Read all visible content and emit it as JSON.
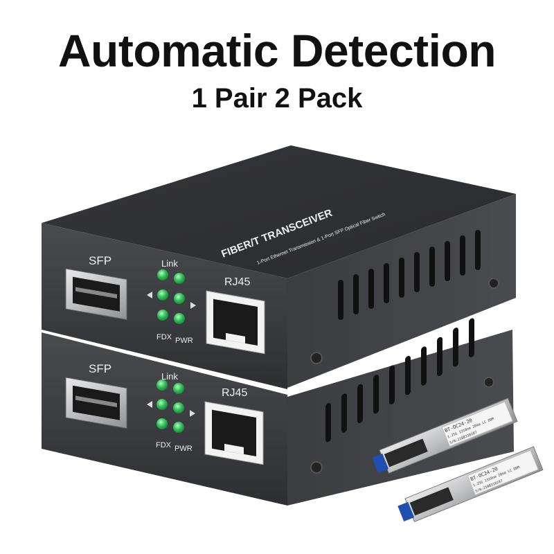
{
  "headline": "Automatic Detection",
  "subheadline": "1 Pair 2 Pack",
  "device": {
    "top_label": "FIBER/T TRANSCEIVER",
    "top_sublabel": "1-Port Ethernet Transmission & 1-Port SFP Optical Fiber Switch",
    "sfp_port_label": "SFP",
    "rj45_port_label": "RJ45",
    "led_group_label": "Link",
    "fdx_label": "FDX",
    "pwr_label": "PWR",
    "led_color": "#33c25a",
    "body_color": "#3b3c3f"
  },
  "sfp_module": {
    "model": "BT-OC24-20",
    "spec": "1.25G 1310nm 20km LC DDM",
    "serial": "S/N:2108310287"
  }
}
